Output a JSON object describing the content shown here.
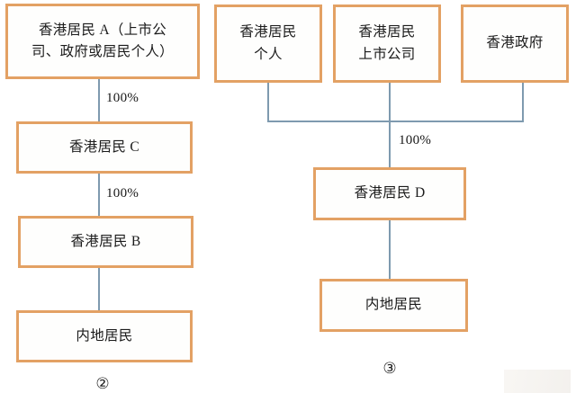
{
  "diagram": {
    "background_color": "#ffffff",
    "node_border_color": "#E3A164",
    "node_fill_color": "#FEFEFD",
    "connector_color": "#7E9AAF"
  },
  "chart_left": {
    "caption": "②",
    "nodes": [
      {
        "id": "hk-resident-a",
        "label": "香港居民 A（上市公\n司、政府或居民个人）"
      },
      {
        "id": "hk-resident-c",
        "label": "香港居民 C"
      },
      {
        "id": "hk-resident-b",
        "label": "香港居民 B"
      },
      {
        "id": "mainland-resident-left",
        "label": "内地居民"
      }
    ],
    "edges": [
      {
        "from": "hk-resident-a",
        "to": "hk-resident-c",
        "label": "100%"
      },
      {
        "from": "hk-resident-c",
        "to": "hk-resident-b",
        "label": "100%"
      },
      {
        "from": "hk-resident-b",
        "to": "mainland-resident-left",
        "label": ""
      }
    ]
  },
  "chart_right": {
    "caption": "③",
    "nodes": [
      {
        "id": "hk-resident-individual",
        "label": "香港居民\n个人"
      },
      {
        "id": "hk-resident-listed-company",
        "label": "香港居民\n上市公司"
      },
      {
        "id": "hk-government",
        "label": "香港政府"
      },
      {
        "id": "hk-resident-d",
        "label": "香港居民 D"
      },
      {
        "id": "mainland-resident-right",
        "label": "内地居民"
      }
    ],
    "edges": [
      {
        "from": "hk-resident-individual",
        "to": "hk-resident-d",
        "label": ""
      },
      {
        "from": "hk-resident-listed-company",
        "to": "hk-resident-d",
        "label": ""
      },
      {
        "from": "hk-government",
        "to": "hk-resident-d",
        "label": ""
      },
      {
        "from": "bus",
        "to": "hk-resident-d",
        "label": "100%"
      },
      {
        "from": "hk-resident-d",
        "to": "mainland-resident-right",
        "label": ""
      }
    ]
  }
}
